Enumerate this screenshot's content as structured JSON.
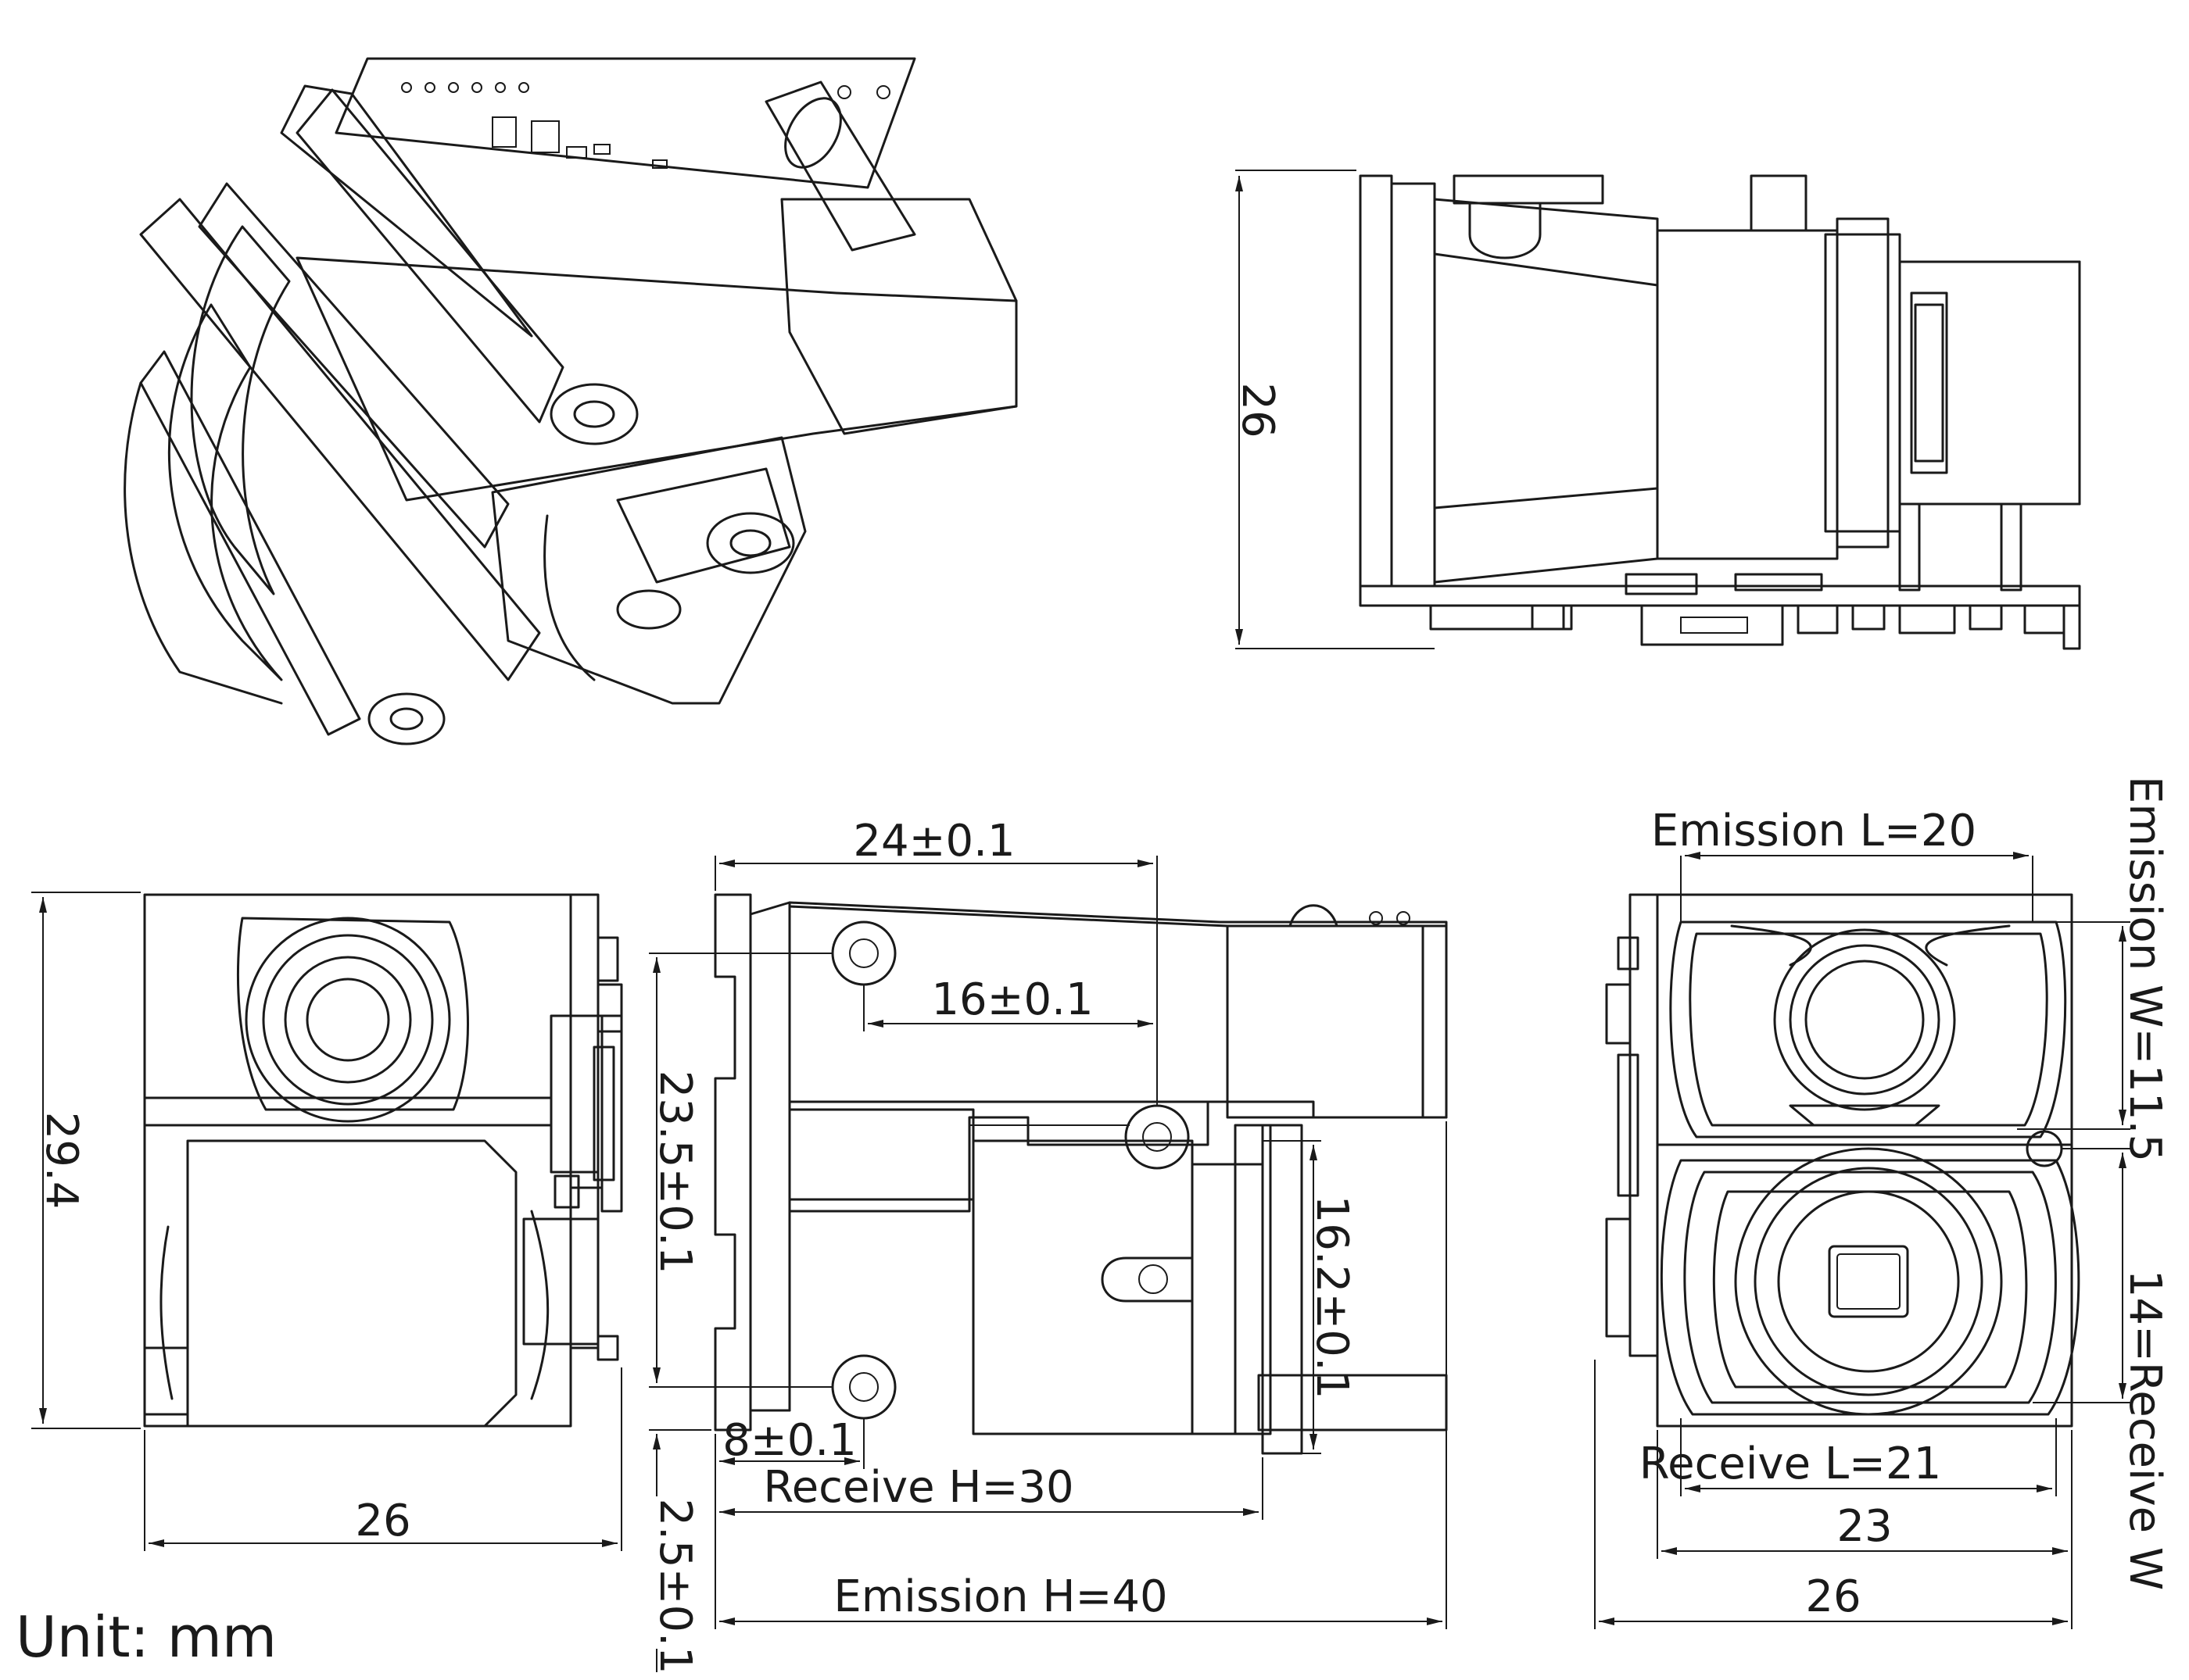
{
  "unit_label": "Unit: mm",
  "side_view": {
    "height_label": "26"
  },
  "front_view": {
    "height_label": "29.4",
    "width_label": "26"
  },
  "center_view": {
    "top_label": "24±0.1",
    "inner_label": "16±0.1",
    "vertical_label": "23.5±0.1",
    "right_vertical_label": "16.2±0.1",
    "bottom_small_label": "8±0.1",
    "receive_h_label": "Receive H=30",
    "offset_label": "2.5±0.1",
    "emission_h_label": "Emission H=40"
  },
  "right_view": {
    "emission_l_label": "Emission L=20",
    "emission_w_label": "Emission W=11.5",
    "receive_w_label": "14=Receive W",
    "receive_l_label": "Receive L=21",
    "width_23_label": "23",
    "width_26_label": "26"
  }
}
